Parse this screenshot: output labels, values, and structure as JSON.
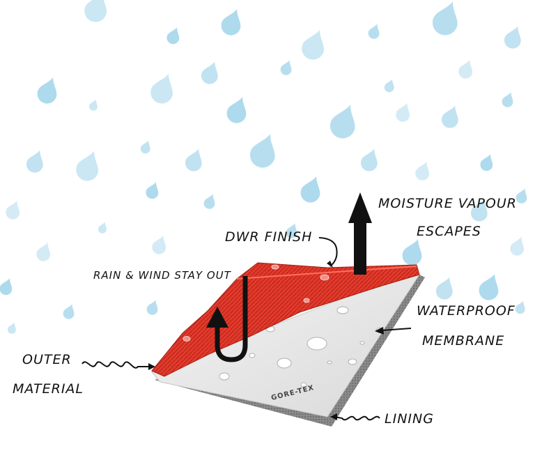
{
  "labels": {
    "moisture_line1": "MOISTURE VAPOUR",
    "moisture_line2": "ESCAPES",
    "dwr": "DWR FINISH",
    "rain": "RAIN & WIND STAY OUT",
    "membrane_line1": "WATERPROOF",
    "membrane_line2": "MEMBRANE",
    "outer_line1": "OUTER",
    "outer_line2": "MATERIAL",
    "lining": "LINING",
    "brand": "GORE-TEX"
  },
  "colors": {
    "raindrop": "#9fd3ea",
    "outer_material": "#e23a2c",
    "membrane": "#e9e9e9",
    "lining": "#7a7a7a",
    "arrow": "#111111"
  }
}
